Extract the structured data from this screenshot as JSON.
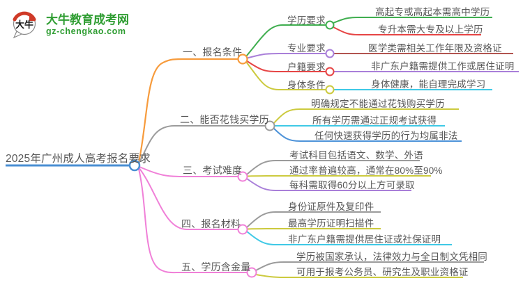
{
  "site": {
    "logo_title": "大牛教育成考网",
    "logo_domain": "gz-chengkao.com",
    "logo_badge": "大牛"
  },
  "mindmap": {
    "root": "2025年广州成人高考报名要求",
    "branches": [
      {
        "label": "一、报名条件",
        "children": [
          {
            "label": "学历要求",
            "leaves": [
              "高起专或高起本需高中学历",
              "专升本需大专及以上学历"
            ]
          },
          {
            "label": "专业要求",
            "leaves": [
              "医学类需相关工作年限及资格证"
            ]
          },
          {
            "label": "户籍要求",
            "leaves": [
              "非广东户籍需提供工作或居住证明"
            ]
          },
          {
            "label": "身体条件",
            "leaves": [
              "身体健康，能自理完成学习"
            ]
          }
        ]
      },
      {
        "label": "二、能否花钱买学历",
        "leaves": [
          "明确规定不能通过花钱购买学历",
          "所有学历需通过正规考试获得",
          "任何快速获得学历的行为均属非法"
        ]
      },
      {
        "label": "三、考试难度",
        "leaves": [
          "考试科目包括语文、数学、外语",
          "通过率普遍较高，通常在80%至90%",
          "每科需取得60分以上方可录取"
        ]
      },
      {
        "label": "四、报名材料",
        "leaves": [
          "身份证原件及复印件",
          "最高学历证明扫描件",
          "非广东户籍需提供居住证或社保证明"
        ]
      },
      {
        "label": "五、学历含金量",
        "leaves": [
          "学历被国家承认，法律效力与全日制文凭相同",
          "可用于报考公务员、研究生及职业资格证"
        ]
      }
    ]
  },
  "colors": {
    "blue": "#4a8fd3",
    "orange": "#f79b3c",
    "gray": "#9b9b9b",
    "pink": "#f080d8",
    "green": "#3fae4f",
    "red": "#e64545",
    "purple": "#a97fd9",
    "olive": "#ccca3e",
    "cyan": "#3fc9e6",
    "darkred": "#b25450",
    "leafblue": "#4e93d9",
    "logo_green": "#2f9d32",
    "logo_red": "#cf3a28",
    "text": "#575757"
  }
}
